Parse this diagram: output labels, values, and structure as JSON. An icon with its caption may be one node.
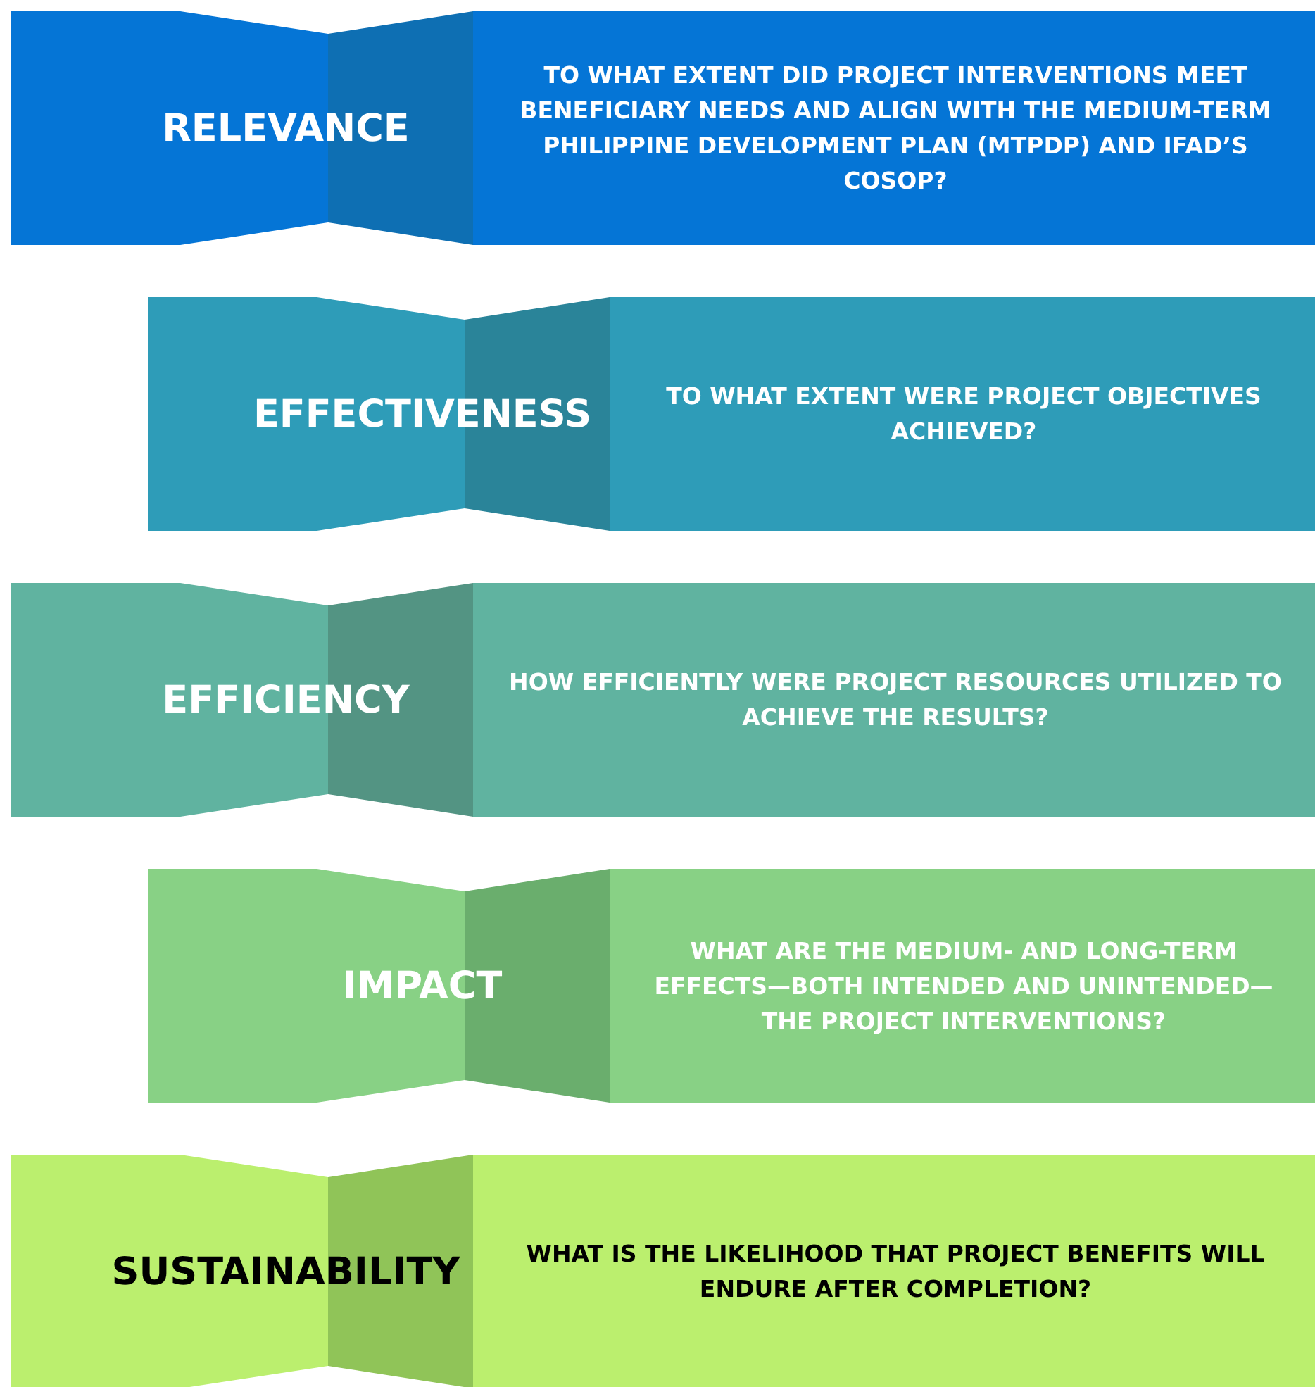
{
  "diagram": {
    "nodes": [
      {
        "text": [
          "RELEVANCE",
          "TO WHAT EXTENT DID PROJECT INTERVENTIONS MEET BENEFICIARY NEEDS AND ALIGN WITH THE MEDIUM-TERM PHILIPPINE DEVELOPMENT PLAN (MTPDP) AND IFAD’S COSOP?"
        ]
      },
      {
        "text": [
          "EFFECTIVENESS",
          "TO WHAT EXTENT WERE PROJECT OBJECTIVES ACHIEVED?"
        ]
      },
      {
        "text": [
          "EFFICIENCY",
          "HOW EFFICIENTLY WERE PROJECT RESOURCES UTILIZED TO ACHIEVE THE RESULTS?"
        ]
      },
      {
        "text": [
          "IMPACT",
          "WHAT ARE THE MEDIUM- AND LONG-TERM EFFECTS—BOTH INTENDED AND UNINTENDED—THE PROJECT INTERVENTIONS?"
        ]
      },
      {
        "text": [
          "SUSTAINABILITY",
          "WHAT IS THE LIKELIHOOD THAT PROJECT BENEFITS WILL ENDURE AFTER COMPLETION?"
        ]
      }
    ]
  }
}
